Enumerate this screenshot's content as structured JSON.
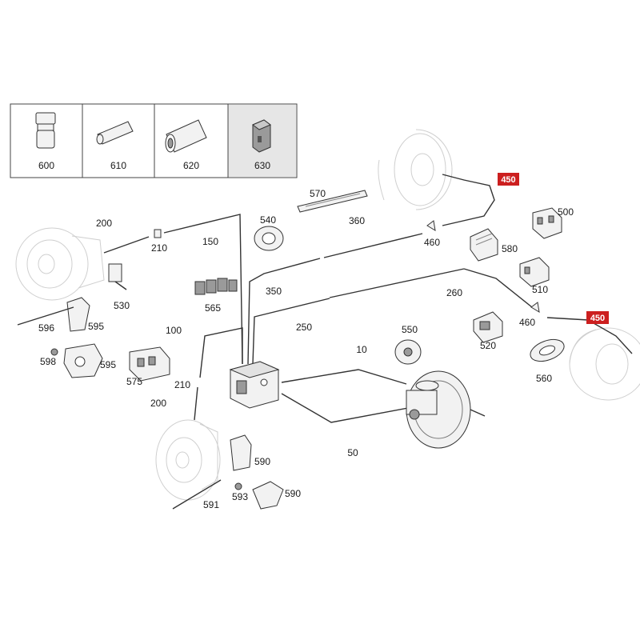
{
  "legend_box": {
    "items": [
      {
        "label": "600",
        "icon": "plug-bolt-icon"
      },
      {
        "label": "610",
        "icon": "cylinder-pin-icon"
      },
      {
        "label": "620",
        "icon": "sleeve-icon"
      },
      {
        "label": "630",
        "icon": "block-clip-icon"
      }
    ]
  },
  "callouts": {
    "c10": "10",
    "c50": "50",
    "c100": "100",
    "c150": "150",
    "c200a": "200",
    "c200b": "200",
    "c210a": "210",
    "c210b": "210",
    "c250": "250",
    "c260": "260",
    "c350": "350",
    "c360": "360",
    "c450a": "450",
    "c450b": "450",
    "c460a": "460",
    "c460b": "460",
    "c500": "500",
    "c510": "510",
    "c520": "520",
    "c530": "530",
    "c540": "540",
    "c550": "550",
    "c560": "560",
    "c565": "565",
    "c570": "570",
    "c575": "575",
    "c580": "580",
    "c590a": "590",
    "c590b": "590",
    "c591": "591",
    "c593": "593",
    "c595a": "595",
    "c595b": "595",
    "c596": "596",
    "c598": "598"
  },
  "colors": {
    "highlight": "#cc1f1f",
    "line": "#333333",
    "ghost": "#cfcfcf",
    "background": "#ffffff"
  }
}
